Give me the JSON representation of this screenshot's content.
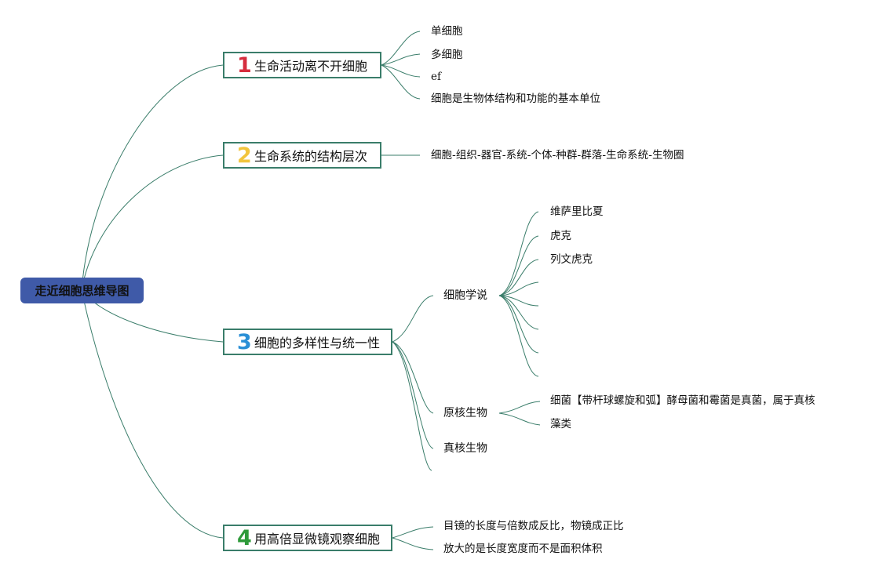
{
  "root": {
    "label": "走近细胞思维导图",
    "color": "#3f5aa8"
  },
  "line_color": "#3a7d6a",
  "topics": [
    {
      "number": "1",
      "number_color": "#d62d3e",
      "label": "生命活动离不开细胞",
      "leaves": [
        "单细胞",
        "多细胞",
        "ef",
        "细胞是生物体结构和功能的基本单位"
      ]
    },
    {
      "number": "2",
      "number_color": "#f2c53d",
      "label": "生命系统的结构层次",
      "leaves": [
        "细胞-组织-器官-系统-个体-种群-群落-生命系统-生物圈"
      ]
    },
    {
      "number": "3",
      "number_color": "#2a8fd6",
      "label": "细胞的多样性与统一性",
      "subtopics": [
        {
          "label": "细胞学说",
          "leaves": [
            "维萨里比夏",
            "虎克",
            "列文虎克",
            "",
            "",
            "",
            "",
            ""
          ]
        },
        {
          "label": "原核生物",
          "leaves": [
            "细菌【带杆球螺旋和弧】酵母菌和霉菌是真菌，属于真核",
            "藻类"
          ]
        },
        {
          "label": "真核生物",
          "leaves": []
        },
        {
          "label": "",
          "leaves": []
        }
      ]
    },
    {
      "number": "4",
      "number_color": "#2e9a3a",
      "label": "用高倍显微镜观察细胞",
      "leaves": [
        "目镜的长度与倍数成反比，物镜成正比",
        "放大的是长度宽度而不是面积体积"
      ]
    }
  ]
}
